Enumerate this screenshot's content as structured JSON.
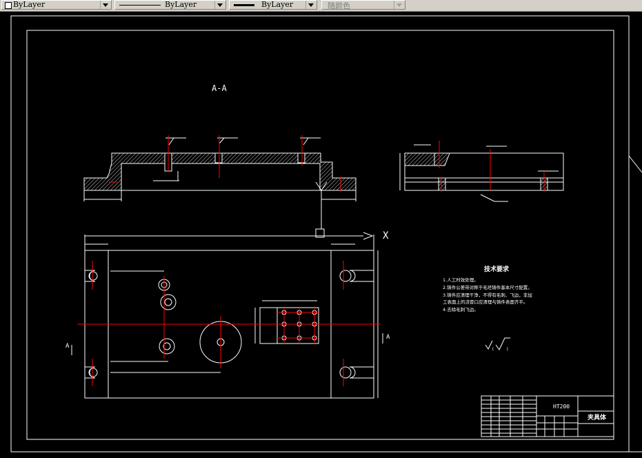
{
  "toolbar": {
    "color_value": "ByLayer",
    "linetype_value": "ByLayer",
    "lineweight_value": "ByLayer",
    "plotstyle_value": "随颜色"
  },
  "drawing": {
    "section_label": "A-A",
    "x_axis_label": "X",
    "view_arrow_left": "A",
    "view_arrow_right": "A",
    "tech_requirements": {
      "title": "技术要求",
      "items": [
        "1.人工时效处理。",
        "2.铸件公差带对称于毛坯铸件基本尺寸配置。",
        "3.铸件应清理干净，不得有毛刺、飞边，非加",
        "工表面上的浇冒口应清理与铸件表面齐平。",
        "4.去除毛刺飞边。"
      ]
    },
    "title_block": {
      "material": "HT200",
      "part_name": "夹具体"
    }
  },
  "colors": {
    "background": "#000000",
    "line": "#ffffff",
    "center_line": "#ff0000",
    "toolbar": "#d4d0c8"
  }
}
